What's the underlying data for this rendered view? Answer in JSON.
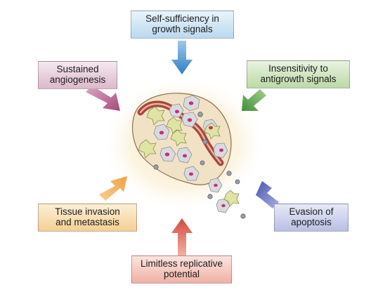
{
  "hallmarks": {
    "self_sufficiency": [
      "Self-sufficiency in",
      "growth signals"
    ],
    "insensitivity": [
      "Insensitivity to",
      "antigrowth signals"
    ],
    "evasion": [
      "Evasion of",
      "apoptosis"
    ],
    "limitless": [
      "Limitless replicative",
      "potential"
    ],
    "tissue_invasion": [
      "Tissue invasion",
      "and metastasis"
    ],
    "angiogenesis": [
      "Sustained",
      "angiogenesis"
    ]
  },
  "arrow_colors": {
    "self_sufficiency": "#2f7fc6",
    "insensitivity": "#3f8f3a",
    "evasion": "#4b55b0",
    "limitless": "#d24a3e",
    "tissue_invasion": "#f0a042",
    "angiogenesis": "#a54a7c"
  },
  "tumor_colors": {
    "glow": "#fbeecb",
    "body": "#f2e2c5",
    "outline": "#8a6f52",
    "vessel": "#a8463d",
    "cell_grey": "#d9dadf",
    "cell_green": "#dfe3a4",
    "nucleus": "#c0336e"
  }
}
